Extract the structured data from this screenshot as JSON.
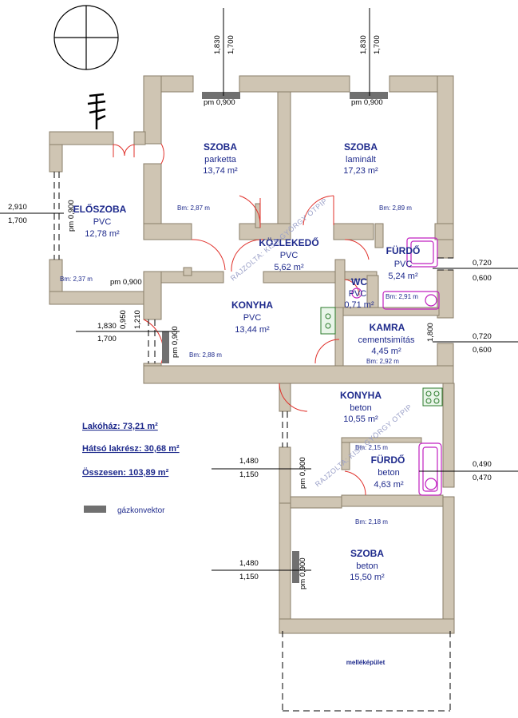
{
  "rooms": {
    "eloszoba": {
      "name": "ELŐSZOBA",
      "material": "PVC",
      "area": "12,78 m²",
      "bm": "Bm: 2,37 m"
    },
    "szoba1": {
      "name": "SZOBA",
      "material": "parketta",
      "area": "13,74 m²",
      "bm": "Bm: 2,87 m"
    },
    "szoba2": {
      "name": "SZOBA",
      "material": "laminált",
      "area": "17,23 m²",
      "bm": "Bm: 2,89 m"
    },
    "kozlekedo": {
      "name": "KÖZLEKEDŐ",
      "material": "PVC",
      "area": "5,62 m²"
    },
    "furdo1": {
      "name": "FÜRDŐ",
      "material": "PVC",
      "area": "5,24 m²",
      "bm": "Bm: 2,91 m"
    },
    "wc": {
      "name": "WC",
      "material": "PVC",
      "area": "0,71 m²"
    },
    "konyha1": {
      "name": "KONYHA",
      "material": "PVC",
      "area": "13,44 m²",
      "bm": "Bm: 2,88 m"
    },
    "kamra": {
      "name": "KAMRA",
      "material": "cementsimítás",
      "area": "4,45 m²",
      "bm": "Bm: 2,92 m"
    },
    "konyha2": {
      "name": "KONYHA",
      "material": "beton",
      "area": "10,55 m²"
    },
    "furdo2": {
      "name": "FÜRDŐ",
      "material": "beton",
      "area": "4,63 m²",
      "bm": "Bm: 2,15 m"
    },
    "szoba3": {
      "name": "SZOBA",
      "material": "beton",
      "area": "15,50 m²",
      "bm": "Bm: 2,18 m"
    }
  },
  "windows": {
    "w_szoba1": {
      "top": "1,830",
      "bottom": "1,700",
      "pm": "pm 0,900"
    },
    "w_szoba2": {
      "top": "1,830",
      "bottom": "1,700",
      "pm": "pm 0,900"
    },
    "w_eloszoba": {
      "top": "2,910",
      "bottom": "1,700",
      "pm": "pm 0,900"
    },
    "w_eloszoba_lower": {
      "pm": "pm 0,900"
    },
    "w_konyha1": {
      "top": "1,830",
      "bottom": "1,700",
      "pm": "pm 0,900",
      "v1": "0,950",
      "v2": "1,210"
    },
    "w_furdo1": {
      "top": "0,720",
      "bottom": "0,600"
    },
    "w_kamra": {
      "top": "0,720",
      "bottom": "0,600",
      "v": "1,800"
    },
    "w_konyha2": {
      "top": "1,480",
      "bottom": "1,150",
      "pm": "pm 0,900"
    },
    "w_furdo2": {
      "top": "0,490",
      "bottom": "0,470"
    },
    "w_szoba3": {
      "top": "1,480",
      "bottom": "1,150",
      "pm": "pm 0,900"
    }
  },
  "summary": {
    "lakohaz": "Lakóház: 73,21 m²",
    "hatso": "Hátsó lakrész: 30,68 m²",
    "osszesen": "Összesen: 103,89 m²"
  },
  "legend": {
    "label": "gázkonvektor",
    "color": "#707070"
  },
  "annex": "melléképület",
  "watermark": "RAJZOLTA: KISS GYÖRGY OTPIP",
  "colors": {
    "wall": "#cfc5b3",
    "door": "#e0302a",
    "text": "#1e2a8c",
    "fixture": "#c020c0"
  }
}
